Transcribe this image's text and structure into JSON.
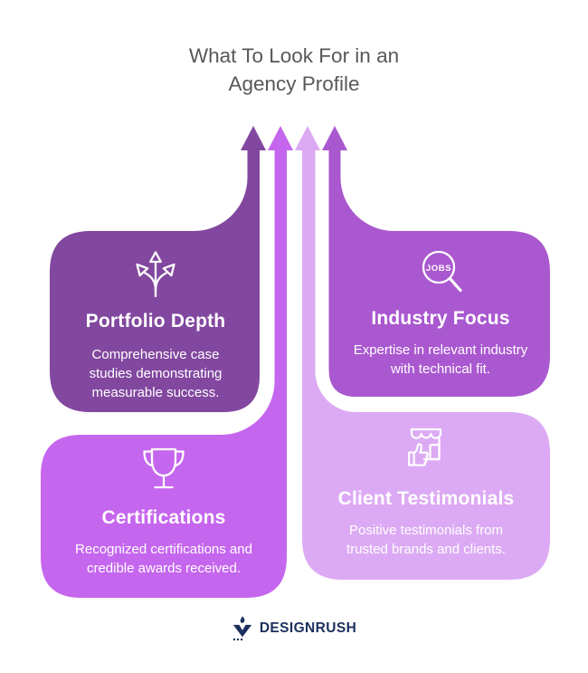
{
  "title": {
    "line1": "What To Look For in an",
    "line2": "Agency Profile"
  },
  "cards": [
    {
      "id": "portfolio-depth",
      "title": "Portfolio Depth",
      "description": "Comprehensive case studies demonstrating measurable success.",
      "color": "#82479f",
      "icon": "branch-arrows-icon"
    },
    {
      "id": "industry-focus",
      "title": "Industry Focus",
      "description": "Expertise in relevant industry with technical fit.",
      "color": "#aa58d0",
      "icon": "jobs-magnifier-icon",
      "icon_label": "JOBS"
    },
    {
      "id": "certifications",
      "title": "Certifications",
      "description": "Recognized certifications and credible awards received.",
      "color": "#c566ee",
      "icon": "trophy-icon"
    },
    {
      "id": "client-testimonials",
      "title": "Client Testimonials",
      "description": "Positive testimonials from trusted brands and clients.",
      "color": "#dcaaf4",
      "icon": "storefront-thumbs-up-icon"
    }
  ],
  "footer": {
    "brand": "DESIGNRUSH",
    "logo_color": "#1b2f5e"
  }
}
